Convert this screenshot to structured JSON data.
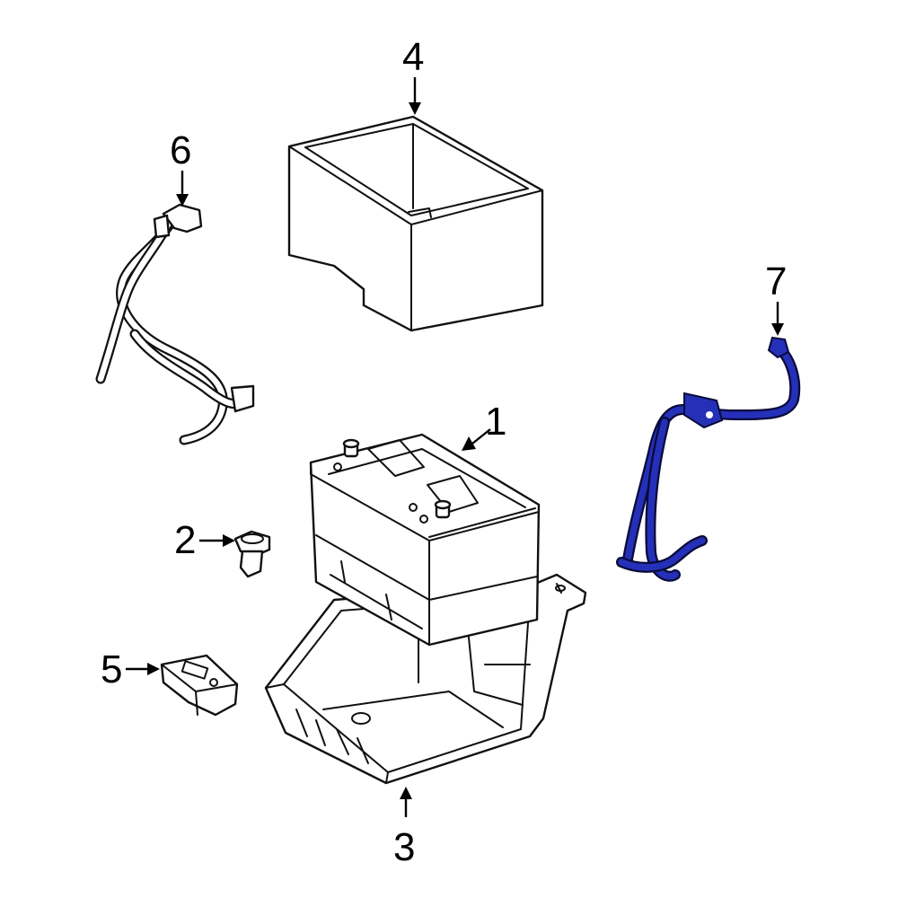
{
  "callouts": [
    {
      "id": "1",
      "label": "1"
    },
    {
      "id": "2",
      "label": "2"
    },
    {
      "id": "3",
      "label": "3"
    },
    {
      "id": "4",
      "label": "4"
    },
    {
      "id": "5",
      "label": "5"
    },
    {
      "id": "6",
      "label": "6"
    },
    {
      "id": "7",
      "label": "7"
    }
  ],
  "colors": {
    "line": "#111111",
    "highlight": "#2430b8",
    "background": "#ffffff"
  }
}
